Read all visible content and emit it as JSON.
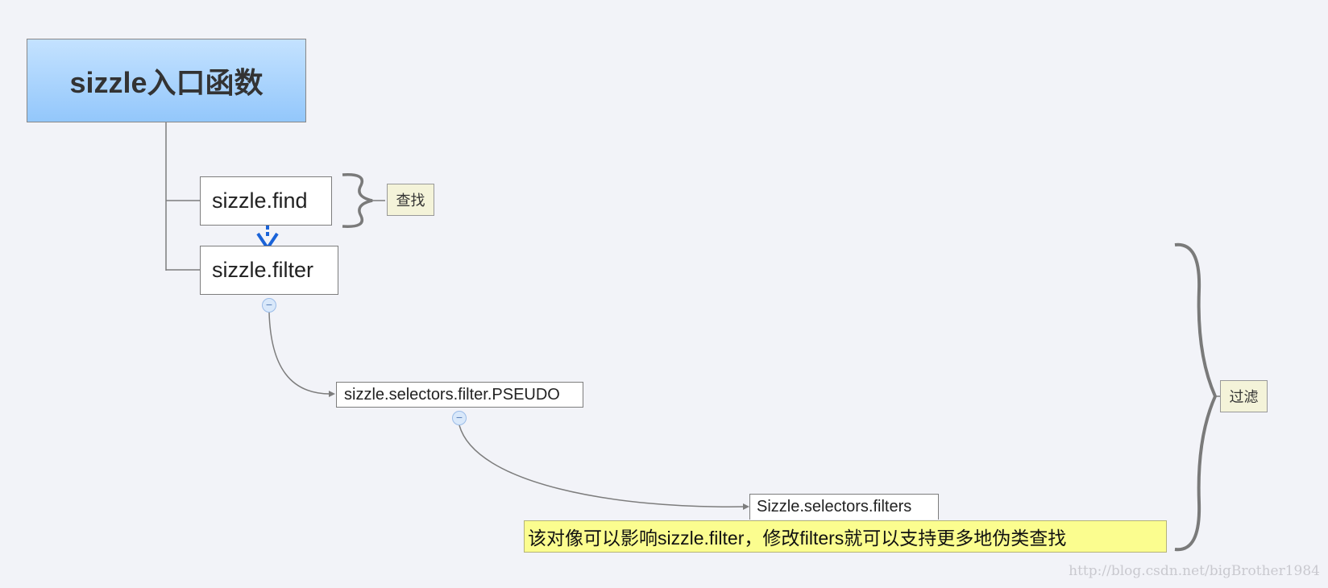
{
  "nodes": {
    "root": "sizzle入口函数",
    "find": "sizzle.find",
    "filter": "sizzle.filter",
    "pseudo": "sizzle.selectors.filter.PSEUDO",
    "filters": "Sizzle.selectors.filters"
  },
  "labels": {
    "find_summary": "查找",
    "filter_summary": "过滤"
  },
  "note": "该对像可以影响sizzle.filter，修改filters就可以支持更多地伪类查找",
  "collapse_symbol": "−",
  "watermark": "http://blog.csdn.net/bigBrother1984",
  "colors": {
    "root_gradient_top": "#c4e2ff",
    "root_gradient_bottom": "#93c7fb",
    "note_bg": "#fbfd8f",
    "label_bg": "#f4f3d9",
    "arrow_blue": "#1a63d8",
    "connector": "#7d7d7d",
    "background": "#f2f3f8"
  }
}
